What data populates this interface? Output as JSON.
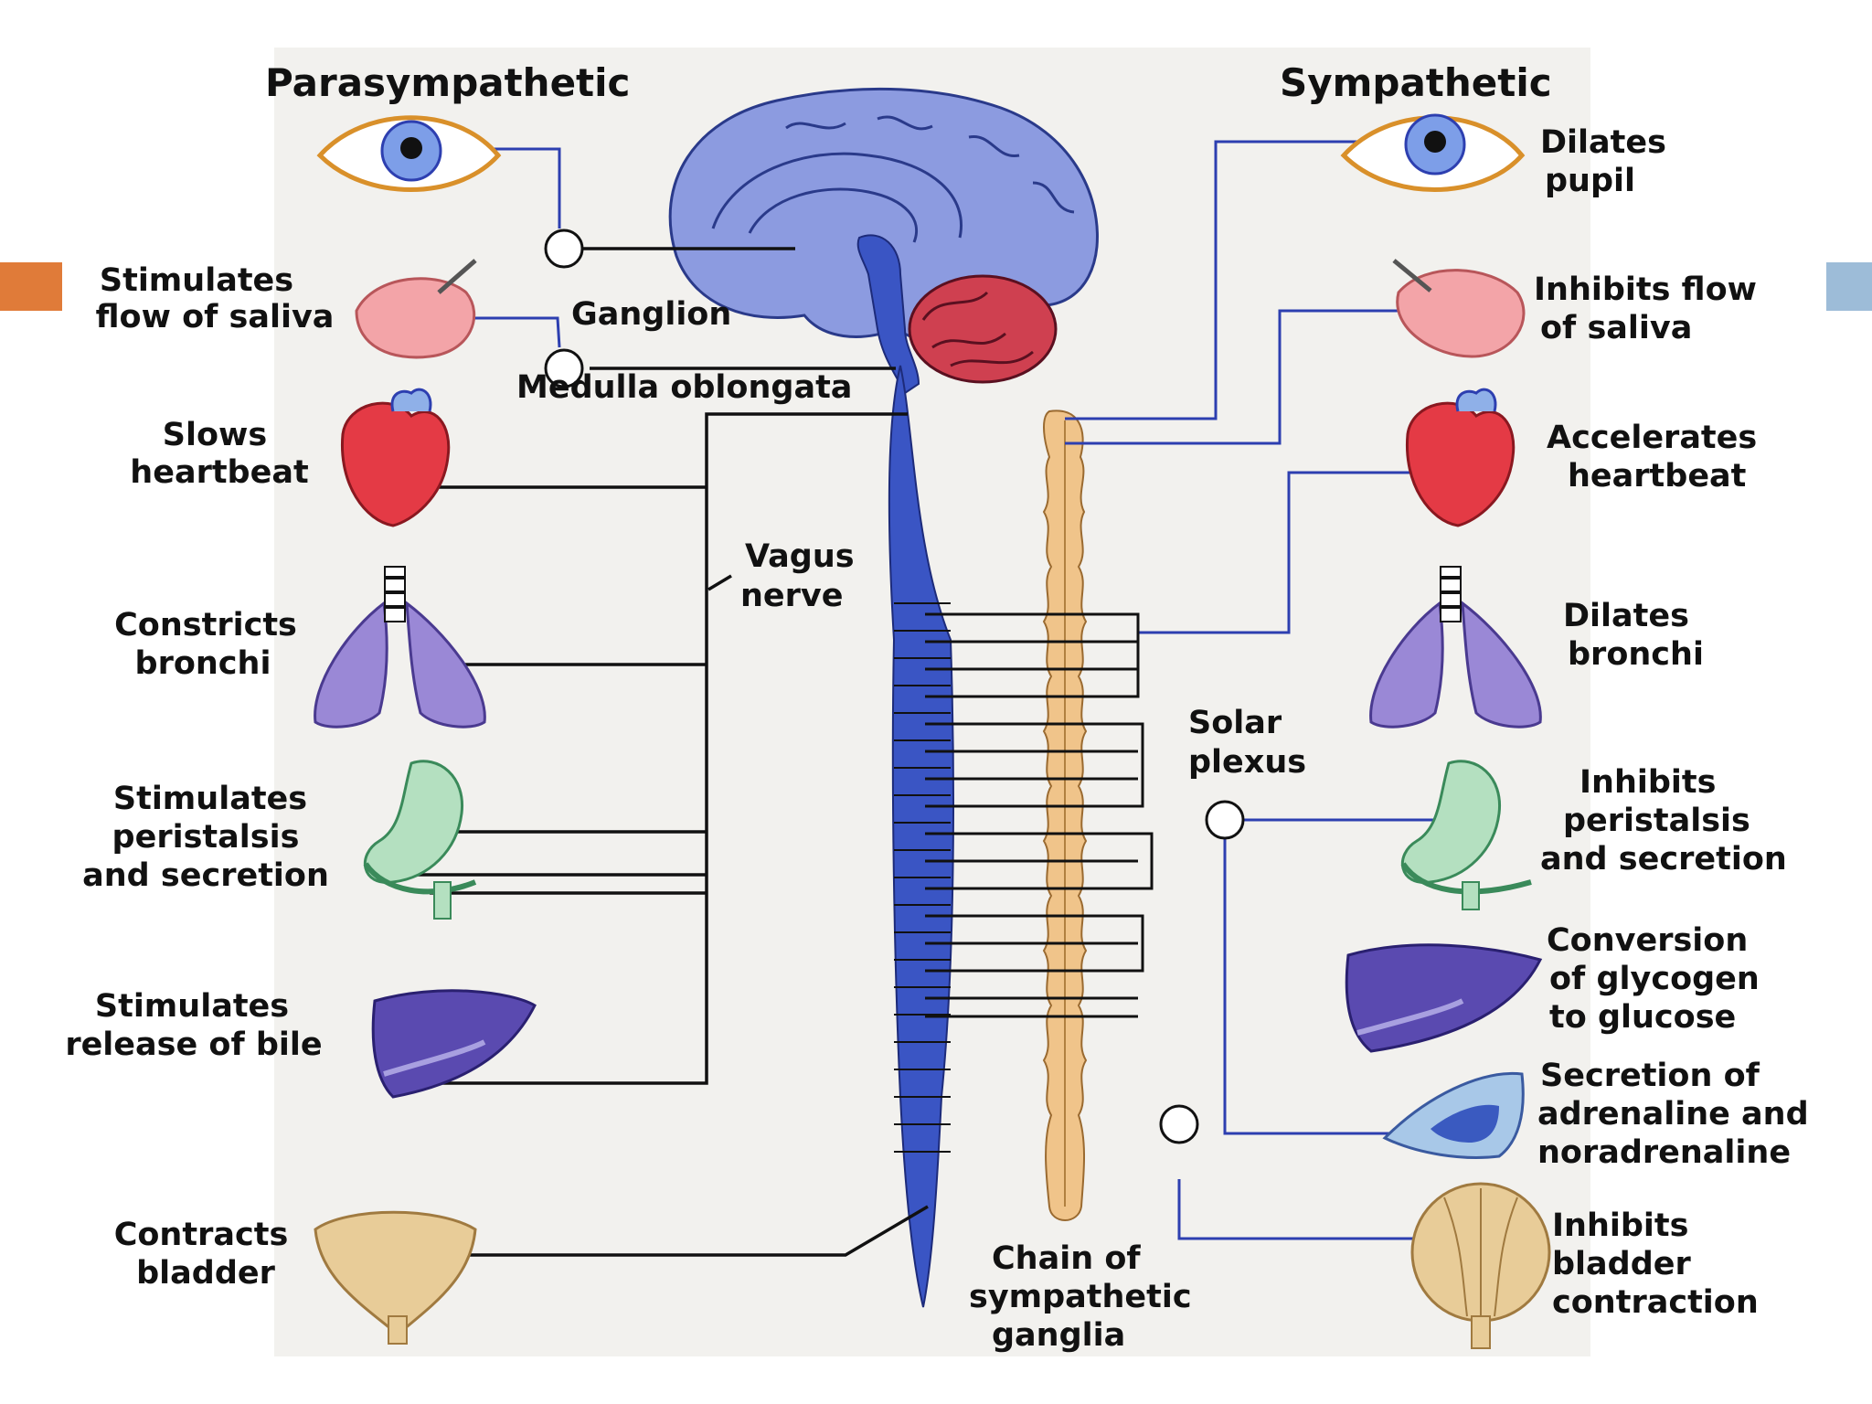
{
  "colors": {
    "accent_left": "#e07b39",
    "accent_right": "#9dbcd8",
    "panel": "#f2f1ee",
    "spinal_cord": "#3a55c4",
    "sympathetic_chain": "#f0c48a",
    "brain": "#8c9be0",
    "cerebellum": "#cf4050",
    "wire_black": "#111111",
    "wire_blue": "#2d3fb0"
  },
  "headers": {
    "parasympathetic": "Parasympathetic",
    "sympathetic": "Sympathetic"
  },
  "center_labels": {
    "ganglion": "Ganglion",
    "medulla": "Medulla oblongata",
    "vagus": [
      "Vagus",
      "nerve"
    ],
    "solar_plexus": [
      "Solar",
      "plexus"
    ],
    "chain": [
      "Chain of",
      "sympathetic",
      "ganglia"
    ]
  },
  "parasympathetic_effects": [
    {
      "organ": "salivary-gland",
      "lines": [
        "Stimulates",
        "flow of saliva"
      ]
    },
    {
      "organ": "heart",
      "lines": [
        "Slows",
        "heartbeat"
      ]
    },
    {
      "organ": "lungs",
      "lines": [
        "Constricts",
        "bronchi"
      ]
    },
    {
      "organ": "stomach",
      "lines": [
        "Stimulates",
        "peristalsis",
        "and secretion"
      ]
    },
    {
      "organ": "liver",
      "lines": [
        "Stimulates",
        "release of bile"
      ]
    },
    {
      "organ": "bladder",
      "lines": [
        "Contracts",
        "bladder"
      ]
    }
  ],
  "sympathetic_effects": [
    {
      "organ": "eye",
      "lines": [
        "Dilates",
        "pupil"
      ]
    },
    {
      "organ": "salivary-gland",
      "lines": [
        "Inhibits flow",
        "of saliva"
      ]
    },
    {
      "organ": "heart",
      "lines": [
        "Accelerates",
        "heartbeat"
      ]
    },
    {
      "organ": "lungs",
      "lines": [
        "Dilates",
        "bronchi"
      ]
    },
    {
      "organ": "stomach",
      "lines": [
        "Inhibits",
        "peristalsis",
        "and secretion"
      ]
    },
    {
      "organ": "liver",
      "lines": [
        "Conversion",
        "of glycogen",
        "to glucose"
      ]
    },
    {
      "organ": "adrenal-gland",
      "lines": [
        "Secretion of",
        "adrenaline and",
        "noradrenaline"
      ]
    },
    {
      "organ": "bladder",
      "lines": [
        "Inhibits",
        "bladder",
        "contraction"
      ]
    }
  ]
}
